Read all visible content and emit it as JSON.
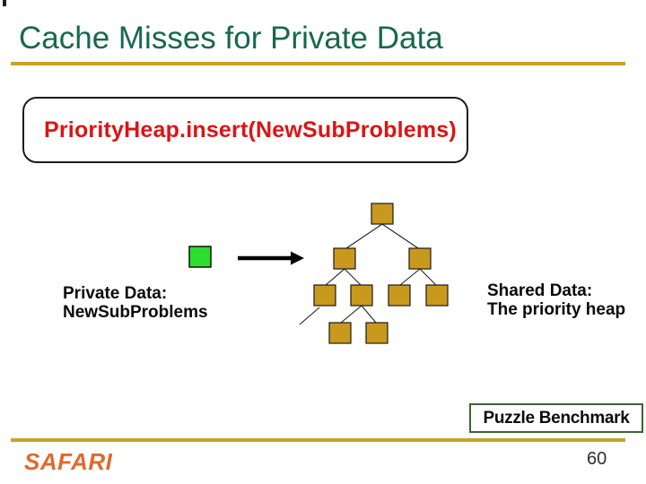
{
  "slide": {
    "title": "Cache Misses for Private Data",
    "page_number": "60"
  },
  "code_box": {
    "text": "PriorityHeap.insert(NewSubProblems)"
  },
  "annotations": {
    "private_label_line1": "Private Data:",
    "private_label_line2": "NewSubProblems",
    "shared_label_line1": "Shared Data:",
    "shared_label_line2": "The priority heap"
  },
  "footer": {
    "benchmark_label": "Puzzle Benchmark",
    "logo_text": "SAFARI"
  },
  "diagram": {
    "private_block_icon": "green-square-icon",
    "heap_node_icon": "gold-square-icon",
    "arrow_icon": "right-arrow-icon",
    "heap_node_count": 9
  },
  "colors": {
    "title_green": "#17694B",
    "rule_gold": "#C9A227",
    "code_red": "#DC1414",
    "private_green": "#2EDE2E",
    "heap_gold": "#C8991C",
    "node_border": "#1A1A1A",
    "benchmark_border": "#38672F",
    "logo_orange": "#DE6A2C"
  }
}
